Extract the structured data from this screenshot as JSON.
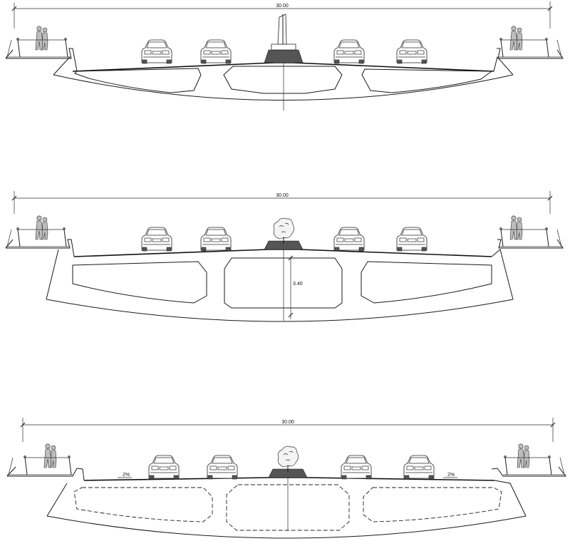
{
  "sections": [
    {
      "id": "section-1",
      "width_label": "30.00",
      "median": "sign",
      "voids": "solid"
    },
    {
      "id": "section-2",
      "width_label": "30.00",
      "median": "tree",
      "voids": "solid",
      "height_label": "3.40"
    },
    {
      "id": "section-3",
      "width_label": "30.00",
      "median": "tree",
      "voids": "dashed",
      "slope_left": "2%",
      "slope_right": "2%"
    }
  ]
}
